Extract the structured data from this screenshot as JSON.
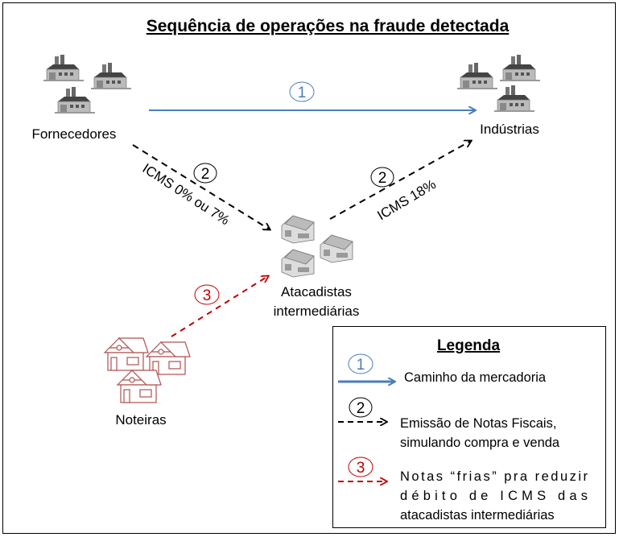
{
  "title": "Sequência de operações na fraude detectada",
  "nodes": {
    "suppliers": "Fornecedores",
    "industries": "Indústrias",
    "wholesalers_line1": "Atacadistas",
    "wholesalers_line2": "intermediárias",
    "issuers": "Noteiras"
  },
  "edges": {
    "step1": "1",
    "step2": "2",
    "step3": "3",
    "icms_in": "ICMS 0% ou 7%",
    "icms_out": "ICMS 18%"
  },
  "legend": {
    "title": "Legenda",
    "items": [
      {
        "number": "1",
        "lines": [
          "Caminho da mercadoria"
        ]
      },
      {
        "number": "2",
        "lines": [
          "Emissão de Notas Fiscais,",
          "simulando compra e venda"
        ]
      },
      {
        "number": "3",
        "lines": [
          "Notas “frias” pra reduzir",
          "débito de ICMS das",
          "atacadistas intermediárias"
        ]
      }
    ]
  },
  "colors": {
    "blue": "#4a7ebb",
    "black": "#000000",
    "red": "#c00000",
    "house": "#b05050"
  }
}
